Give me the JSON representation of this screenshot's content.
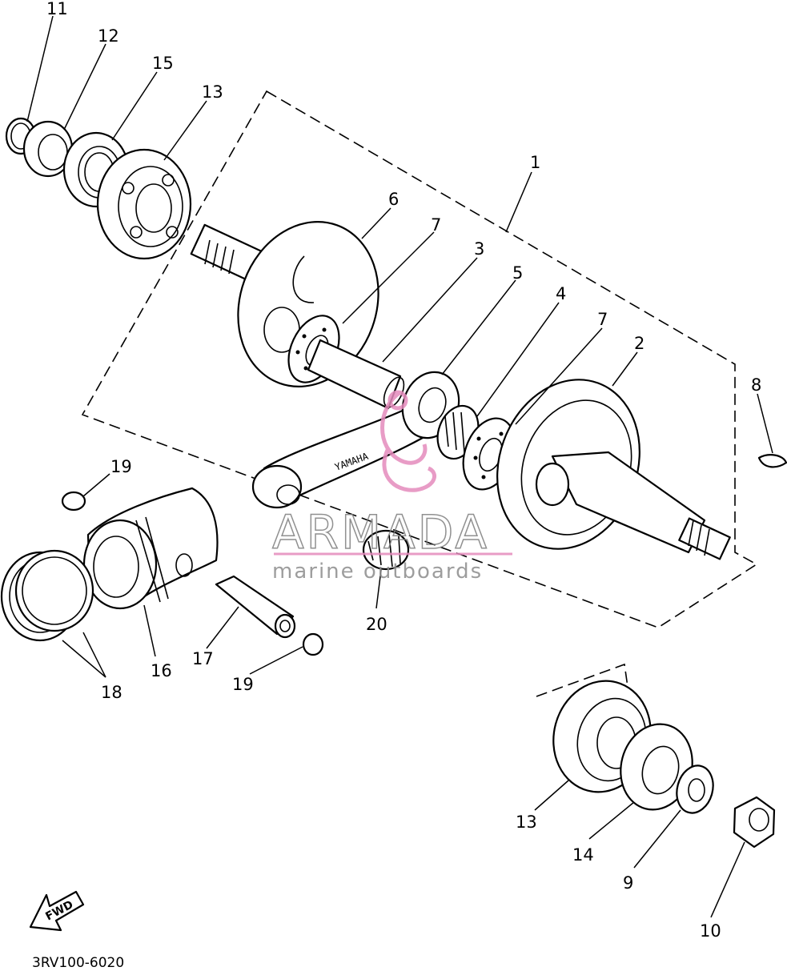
{
  "callouts": [
    {
      "label": "11"
    },
    {
      "label": "12"
    },
    {
      "label": "15"
    },
    {
      "label": "13"
    },
    {
      "label": "1"
    },
    {
      "label": "6"
    },
    {
      "label": "7"
    },
    {
      "label": "3"
    },
    {
      "label": "5"
    },
    {
      "label": "4"
    },
    {
      "label": "7"
    },
    {
      "label": "2"
    },
    {
      "label": "8"
    },
    {
      "label": "19"
    },
    {
      "label": "16"
    },
    {
      "label": "17"
    },
    {
      "label": "19"
    },
    {
      "label": "18"
    },
    {
      "label": "20"
    },
    {
      "label": "13"
    },
    {
      "label": "14"
    },
    {
      "label": "9"
    },
    {
      "label": "10"
    }
  ],
  "rod_stamp": "YAMAHA",
  "fwd_label": "FWD",
  "diagram_code": "3RV100-6020",
  "watermark": {
    "brand": "ARMADA",
    "tagline": "marine outboards",
    "colors": {
      "logo": "#e58bbd",
      "text": "#7d7d7d"
    }
  }
}
